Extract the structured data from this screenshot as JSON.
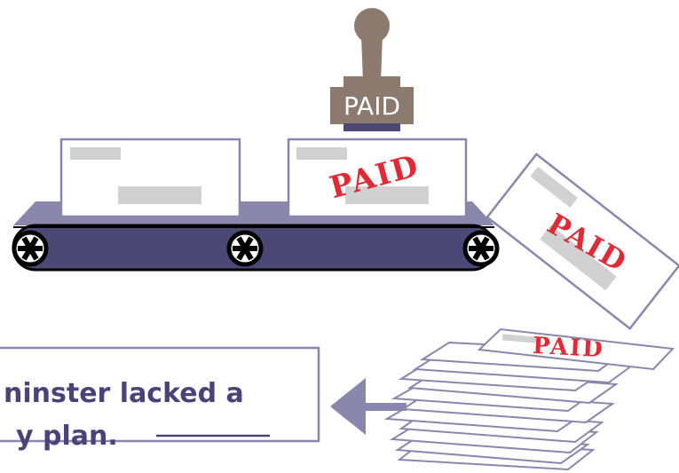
{
  "colors": {
    "belt": "#4b4876",
    "belt_top": "#8a87ad",
    "stamp_wood": "#8c7a6e",
    "stamp_base": "#8c7a6e",
    "stamp_pad": "#4b4876",
    "paper_border": "#8a87ad",
    "placeholder_bar": "#d1d1d1",
    "paid_red": "#e02a36",
    "callout_text": "#4b4378",
    "callout_border": "#8a87ad"
  },
  "stamp": {
    "label": "PAID"
  },
  "stamped_mark": "PAID",
  "callout": {
    "line1": "ninster lacked a",
    "line2": "y plan."
  },
  "icons": [
    "rubber-stamp-icon",
    "conveyor-belt-icon",
    "wheel-icon",
    "arrow-left-icon"
  ]
}
